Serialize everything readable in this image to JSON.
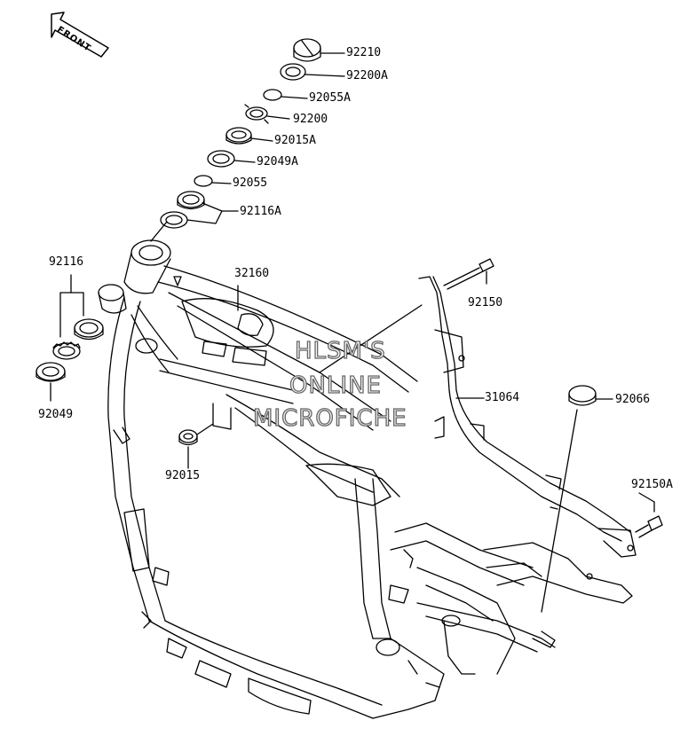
{
  "front_marker": {
    "text": "FRONT",
    "icon": "front-arrow-icon"
  },
  "watermark": {
    "line1": "HLSM'S",
    "line2": "ONLINE",
    "line3": "MICROFICHE"
  },
  "parts": {
    "p92210": "92210",
    "p92200A": "92200A",
    "p92055A": "92055A",
    "p92200": "92200",
    "p92015A": "92015A",
    "p92049A": "92049A",
    "p92055": "92055",
    "p92116A": "92116A",
    "p92116": "92116",
    "p32160": "32160",
    "p92150": "92150",
    "p92049": "92049",
    "p31064": "31064",
    "p92066": "92066",
    "p92015": "92015",
    "p92150A": "92150A"
  }
}
